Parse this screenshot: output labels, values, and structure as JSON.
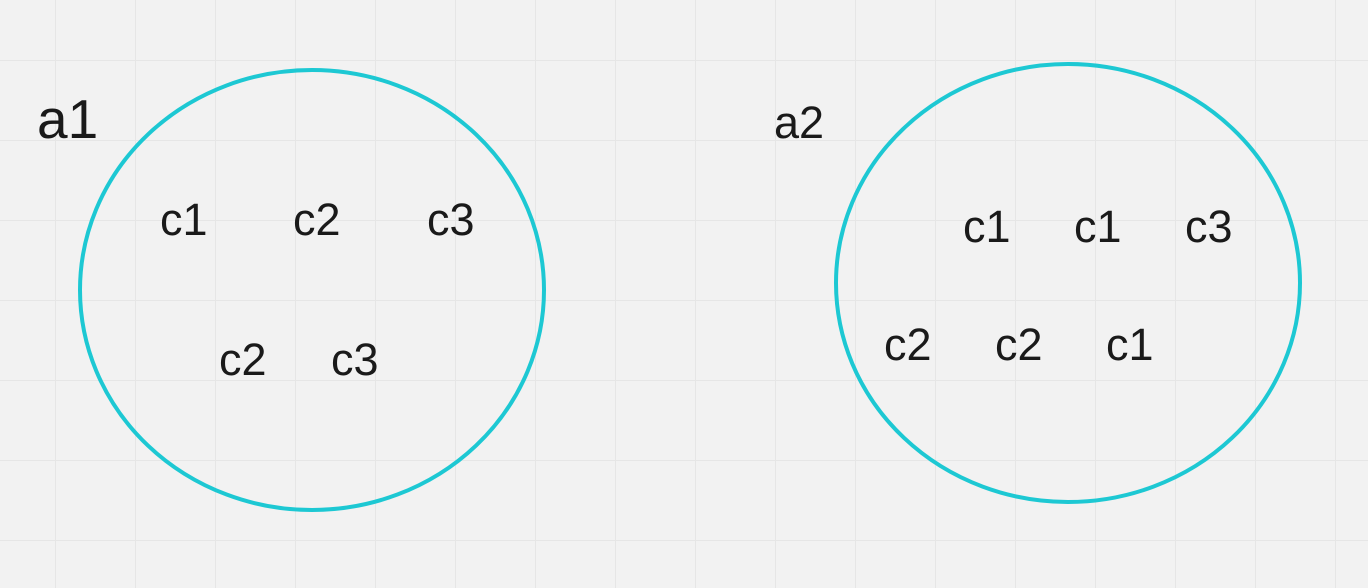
{
  "diagram": {
    "circle_color": "#1dc8d3",
    "text_color": "#1a1a1a",
    "background_color": "#f2f2f2",
    "grid_color": "#e6e6e6",
    "sets": [
      {
        "label": "a1",
        "elements": [
          "c1",
          "c2",
          "c3",
          "c2",
          "c3"
        ]
      },
      {
        "label": "a2",
        "elements": [
          "c1",
          "c1",
          "c3",
          "c2",
          "c2",
          "c1"
        ]
      }
    ]
  }
}
